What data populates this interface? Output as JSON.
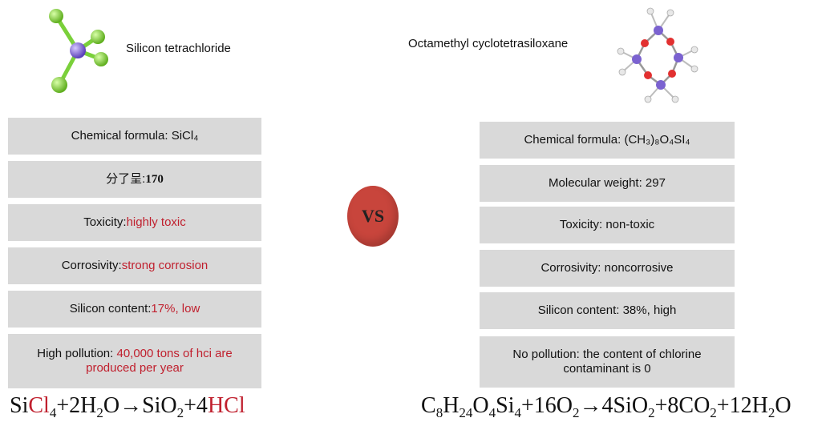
{
  "left": {
    "name": "Silicon tetrachloride",
    "rows": [
      {
        "label": "Chemical formula: SiCl₄",
        "value": ""
      },
      {
        "label": "分了呈: ",
        "value": "170"
      },
      {
        "label": "Toxicity: ",
        "value": "highly toxic"
      },
      {
        "label": "Corrosivity: ",
        "value": "strong corrosion"
      },
      {
        "label": "Silicon content: ",
        "value": "17%, low"
      },
      {
        "label": "High pollution: ",
        "value": "40,000 tons of hci are produced per year"
      }
    ],
    "equation": {
      "t1": "Si",
      "t2": "Cl",
      "sub1": "4",
      "t3": "+2H",
      "sub2": "2",
      "t4": "O→SiO",
      "sub3": "2",
      "t5": "+4",
      "t6": "HCl"
    }
  },
  "right": {
    "name": "Octamethyl cyclotetrasiloxane",
    "rows": [
      {
        "label": "Chemical formula: (CH₃)₈O₄SI₄"
      },
      {
        "label": "Molecular weight: 297"
      },
      {
        "label": "Toxicity: non-toxic"
      },
      {
        "label": "Corrosivity: noncorrosive"
      },
      {
        "label": "Silicon content: 38%, high"
      },
      {
        "label": "No pollution: the content of chlorine contaminant is 0"
      }
    ],
    "equation": {
      "t1": "C",
      "sub1": "8",
      "t2": "H",
      "sub2": "24",
      "t3": "O",
      "sub3": "4",
      "t4": "Si",
      "sub4": "4",
      "t5": "+16O",
      "sub5": "2",
      "t6": "→4SiO",
      "sub6": "2",
      "t7": "+8CO",
      "sub7": "2",
      "t8": "+12H",
      "sub8": "2",
      "t9": "O"
    }
  },
  "vs_label": "VS",
  "colors": {
    "box": "#d9d9d9",
    "accent_red": "#c0202e",
    "vs_circle": "#c8453c",
    "chlorine": "#8fd94a",
    "silicon": "#8a6fd8",
    "oxygen": "#e03030"
  },
  "icons": [
    "sicl4-molecule-icon",
    "d4-molecule-icon"
  ]
}
